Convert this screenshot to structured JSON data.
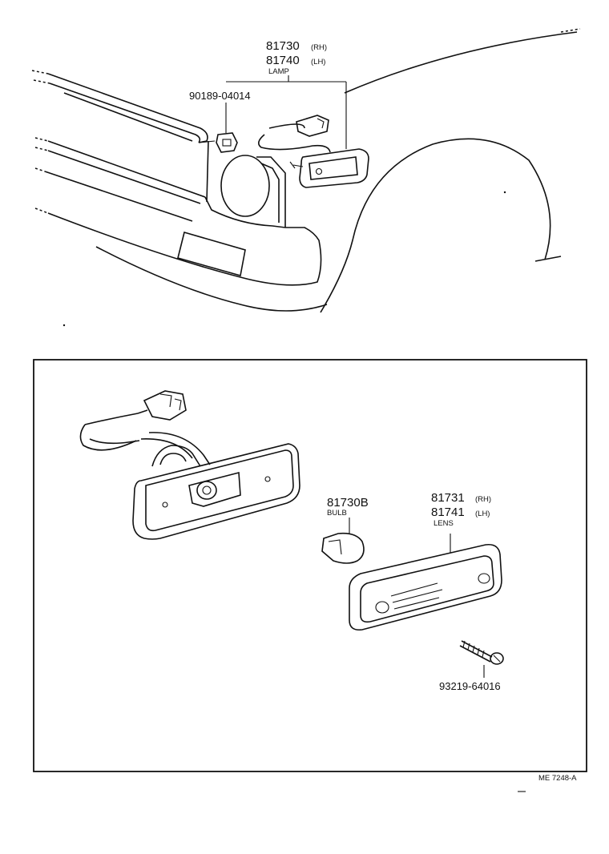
{
  "upper": {
    "lamp": {
      "part_rh": "81730",
      "suffix_rh": "(RH)",
      "part_lh": "81740",
      "suffix_lh": "(LH)",
      "name": "LAMP"
    },
    "clip": {
      "part": "90189-04014"
    }
  },
  "detail": {
    "bulb": {
      "part": "81730B",
      "name": "BULB"
    },
    "lens": {
      "part_rh": "81731",
      "suffix_rh": "(RH)",
      "part_lh": "81741",
      "suffix_lh": "(LH)",
      "name": "LENS"
    },
    "screw": {
      "part": "93219-64016"
    }
  },
  "footer": {
    "code": "ME 7248-A"
  }
}
